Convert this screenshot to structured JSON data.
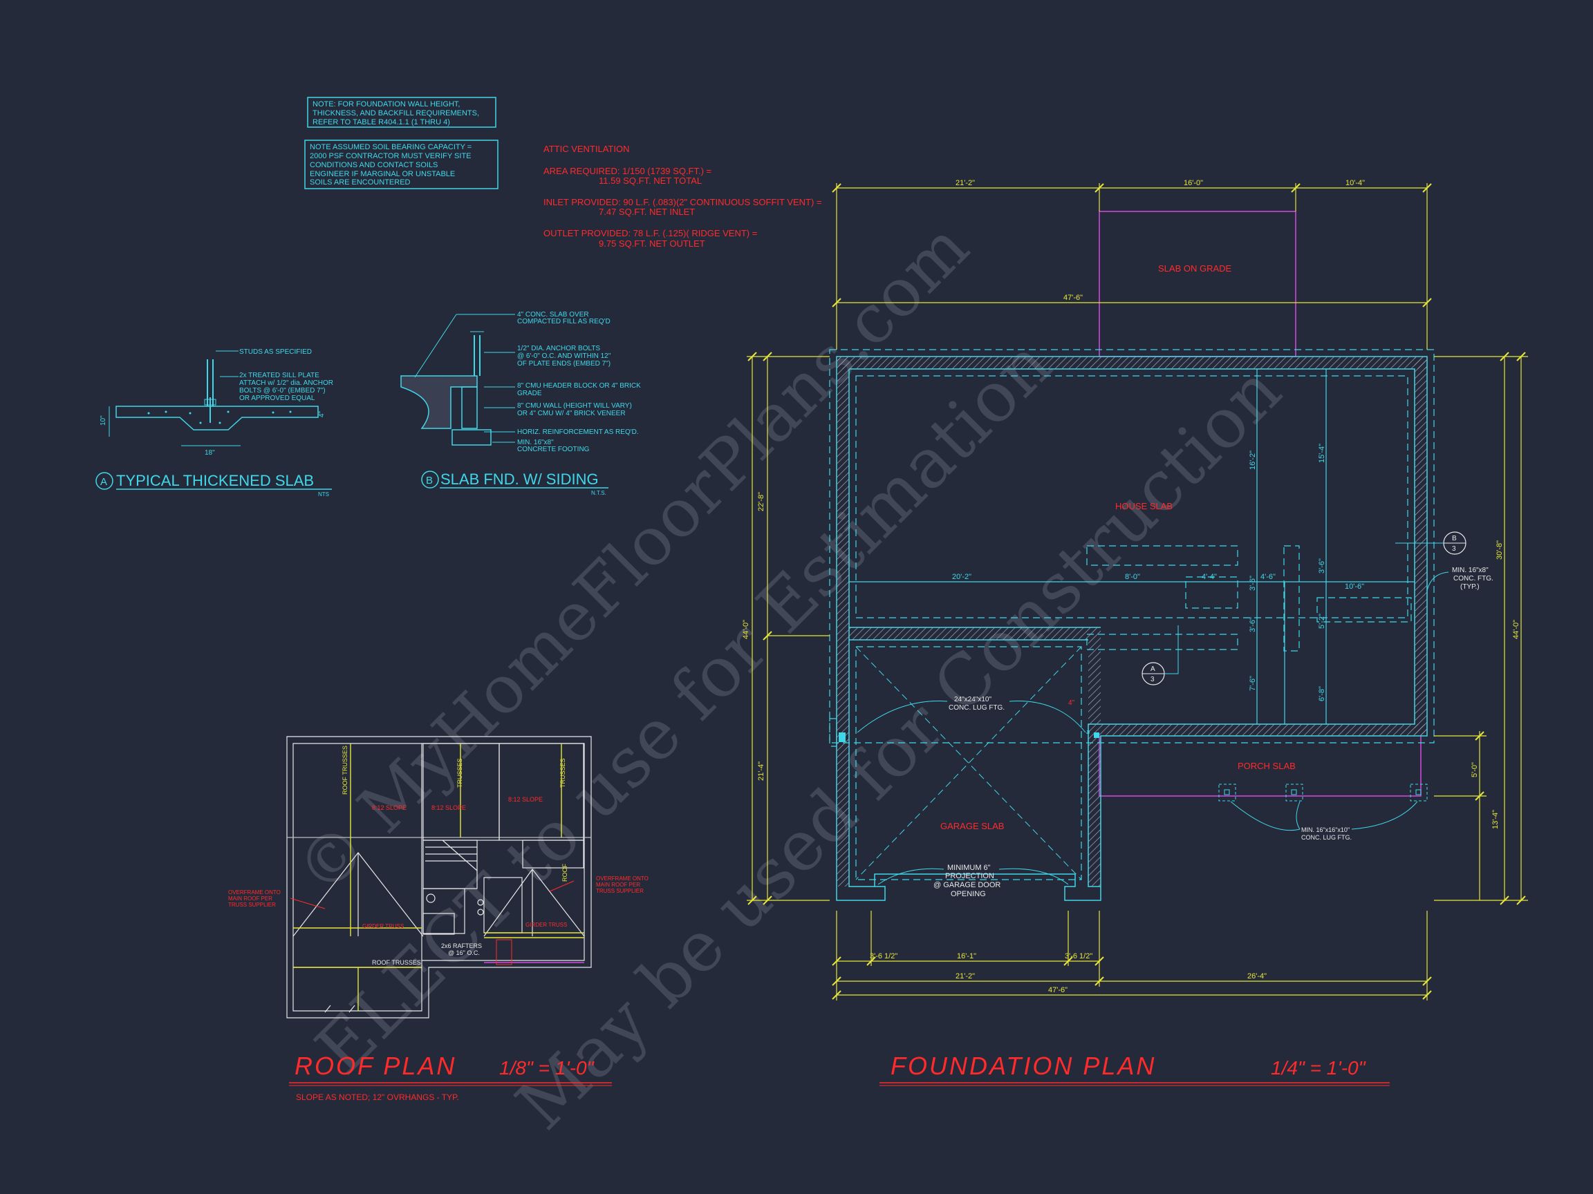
{
  "notes": {
    "note1": [
      "NOTE: FOR FOUNDATION WALL HEIGHT,",
      "THICKNESS, AND BACKFILL REQUIREMENTS,",
      "REFER TO TABLE R404.1.1 (1 THRU 4)"
    ],
    "note2": [
      "NOTE ASSUMED SOIL BEARING CAPACITY =",
      "2000 PSF CONTRACTOR MUST VERIFY SITE",
      "CONDITIONS AND CONTACT SOILS",
      "ENGINEER IF MARGINAL OR UNSTABLE",
      "SOILS ARE ENCOUNTERED"
    ]
  },
  "attic": {
    "title": "ATTIC VENTILATION",
    "l1": "AREA REQUIRED:  1/150 (1739 SQ.FT.) =",
    "l2": "11.59 SQ.FT. NET TOTAL",
    "l3": "INLET PROVIDED:  90 L.F. (.083)(2\" CONTINUOUS SOFFIT VENT) =",
    "l4": "7.47 SQ.FT. NET INLET",
    "l5": "OUTLET PROVIDED:  78 L.F. (.125)( RIDGE VENT) =",
    "l6": "9.75 SQ.FT. NET OUTLET"
  },
  "detail_a": {
    "marker": "A",
    "title": "TYPICAL THICKENED SLAB",
    "scale": "NTS",
    "labels": [
      "STUDS AS SPECIFIED",
      "2x TREATED SILL PLATE",
      "ATTACH w/ 1/2\" dia. ANCHOR",
      "BOLTS @ 6'-0\" (EMBED 7\")",
      "OR APPROVED EQUAL"
    ],
    "dim_w": "18\"",
    "dim_h": "10\"",
    "dim_t": "4\""
  },
  "detail_b": {
    "marker": "B",
    "title": "SLAB FND. W/ SIDING",
    "scale": "N.T.S.",
    "labels": [
      "4\" CONC. SLAB OVER",
      "COMPACTED FILL AS REQ'D",
      "1/2\" DIA. ANCHOR BOLTS",
      "@ 6'-0\" O.C. AND WITHIN 12\"",
      "OF PLATE ENDS (EMBED 7\")",
      "8\" CMU HEADER BLOCK OR 4\" BRICK",
      "GRADE",
      "8\" CMU WALL (HEIGHT WILL VARY)",
      "OR 4\" CMU W/ 4\" BRICK VENEER",
      "HORIZ. REINFORCEMENT AS REQ'D.",
      "MIN. 16\"x8\"",
      "CONCRETE FOOTING"
    ]
  },
  "roof_plan": {
    "title": "ROOF  PLAN",
    "scale": "1/8\" = 1'-0\"",
    "subtitle": "SLOPE AS NOTED;  12\" OVRHANGS - TYP.",
    "labels": {
      "roof_trusses_1": "ROOF TRUSSES",
      "trusses_2": "TRUSSES",
      "trusses_3": "TRUSSES",
      "slope_1": "8:12 SLOPE",
      "slope_2": "8:12 SLOPE",
      "slope_3": "8:12 SLOPE",
      "overframe_l1": "OVERFRAME ONTO",
      "overframe_l2": "MAIN ROOF PER",
      "overframe_l3": "TRUSS SUPPLIER",
      "girder_1": "GIRDER TRUSS",
      "girder_2": "GIRDER TRUSS",
      "rafters_1": "2x6 RAFTERS",
      "rafters_2": "@ 16\" O.C.",
      "roof_trusses_2": "ROOF TRUSSES",
      "roof_v": "ROOF"
    }
  },
  "foundation_plan": {
    "title": "FOUNDATION  PLAN",
    "scale": "1/4\" = 1'-0\"",
    "labels": {
      "slab_on_grade": "SLAB ON GRADE",
      "house_slab": "HOUSE SLAB",
      "garage_slab": "GARAGE SLAB",
      "porch_slab": "PORCH SLAB",
      "lug_ftg_1": "24\"x24\"x10\"",
      "lug_ftg_2": "CONC. LUG FTG.",
      "projection_1": "MINIMUM 6\"",
      "projection_2": "PROJECTION",
      "projection_3": "@ GARAGE DOOR",
      "projection_4": "OPENING",
      "min_ftg_1": "MIN. 16\"x8\"",
      "min_ftg_2": "CONC. FTG.",
      "min_ftg_3": "(TYP.)",
      "porch_ftg_1": "MIN. 16\"x16\"x10\"",
      "porch_ftg_2": "CONC. LUG FTG.",
      "sec_a": "A",
      "sec_a_num": "3",
      "sec_b": "B",
      "sec_b_num": "3",
      "inch4": "4\""
    },
    "dims": {
      "top_1": "21'-2\"",
      "top_2": "16'-0\"",
      "top_3": "10'-4\"",
      "top_overall": "47'-6\"",
      "left_1": "22'-8\"",
      "left_2": "21'-4\"",
      "left_overall": "44'-0\"",
      "right_1": "30'-8\"",
      "right_overall": "44'-0\"",
      "right_2": "5'-0\"",
      "right_3": "13'-4\"",
      "int_1": "20'-2\"",
      "int_2": "8'-0\"",
      "int_3": "4'-4\"",
      "int_4": "4'-6\"",
      "int_5": "10'-6\"",
      "v_1": "16'-2\"",
      "v_2": "15'-4\"",
      "v_3": "3'-6\"",
      "v_4": "3'-6\"",
      "v_5": "3'-6\"",
      "v_6": "5'-2\"",
      "v_7": "7'-6\"",
      "v_8": "6'-8\"",
      "bot_1": "3'-6 1/2\"",
      "bot_2": "16'-1\"",
      "bot_3": "3'-6 1/2\"",
      "bot_4": "21'-2\"",
      "bot_5": "26'-4\"",
      "bot_overall": "47'-6\""
    }
  },
  "watermark": [
    "© MyHomeFloorPlans.com",
    "May be used for Construction",
    "ELECT  to use for Estimation"
  ]
}
